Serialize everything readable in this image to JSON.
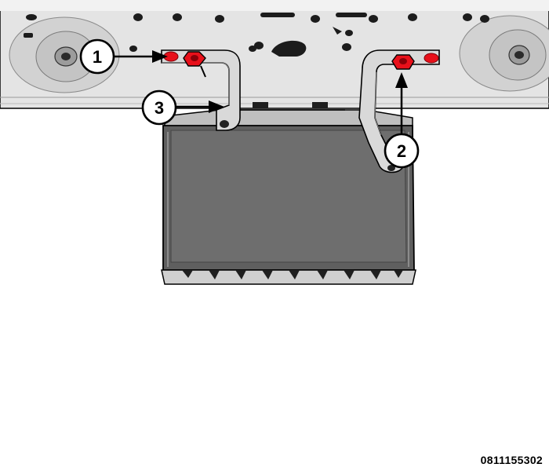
{
  "figure": {
    "id": "0811155302"
  },
  "callouts": [
    {
      "label": "1"
    },
    {
      "label": "2"
    },
    {
      "label": "3"
    }
  ],
  "colors": {
    "fastener_highlight": "#e8101a",
    "panel": "#6b6b6b",
    "panel_edge": "#3a3a3a",
    "crossmember": "#e6e6e6",
    "outline": "#000000"
  }
}
